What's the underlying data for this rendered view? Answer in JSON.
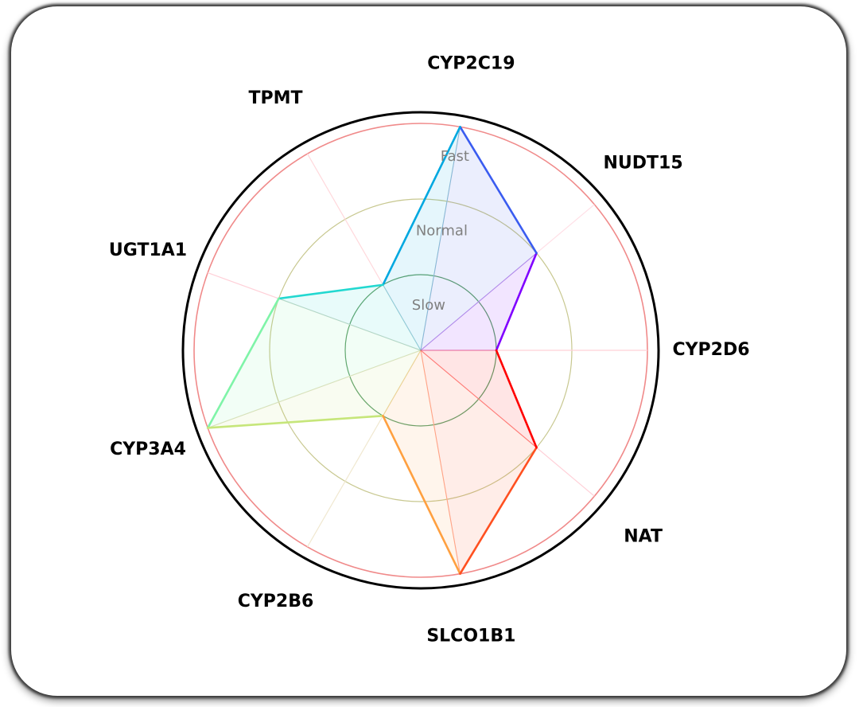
{
  "chart_data": {
    "type": "radar",
    "axes": [
      "CYP2D6",
      "NUDT15",
      "CYP2C19",
      "TPMT",
      "UGT1A1",
      "CYP3A4",
      "CYP2B6",
      "SLCO1B1",
      "NAT"
    ],
    "values": [
      1,
      2,
      3,
      1,
      2,
      3,
      1,
      3,
      2
    ],
    "ring_labels": [
      "Slow",
      "Normal",
      "Fast"
    ],
    "rlim": [
      0,
      3
    ],
    "segment_colors": [
      "#8000ff",
      "#3a5cf0",
      "#00a8e0",
      "#22d8d0",
      "#7ff4a8",
      "#c6e67a",
      "#ffa040",
      "#ff5020",
      "#ff0000"
    ],
    "ring_colors": [
      "#5fa06a",
      "#c8c890",
      "#f08a8a"
    ],
    "spoke_colors": [
      "#ffd0d8",
      "#ffdfe6",
      "#f0e8d0",
      "#ffd8dc"
    ],
    "outline_color": "#000000"
  }
}
